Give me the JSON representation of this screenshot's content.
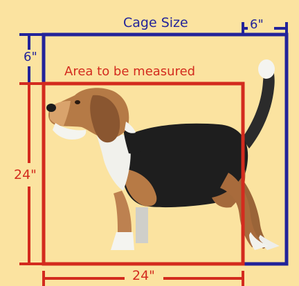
{
  "labels": {
    "cage_size": "Cage Size",
    "cage_clearance_side": "6\"",
    "cage_clearance_top": "6\"",
    "area_to_be_measured": "Area to be measured",
    "dog_height": "24\"",
    "dog_length": "24\""
  },
  "colors": {
    "background": "#FBE3A0",
    "cage_blue": "#22239A",
    "area_red": "#D32B1E"
  }
}
